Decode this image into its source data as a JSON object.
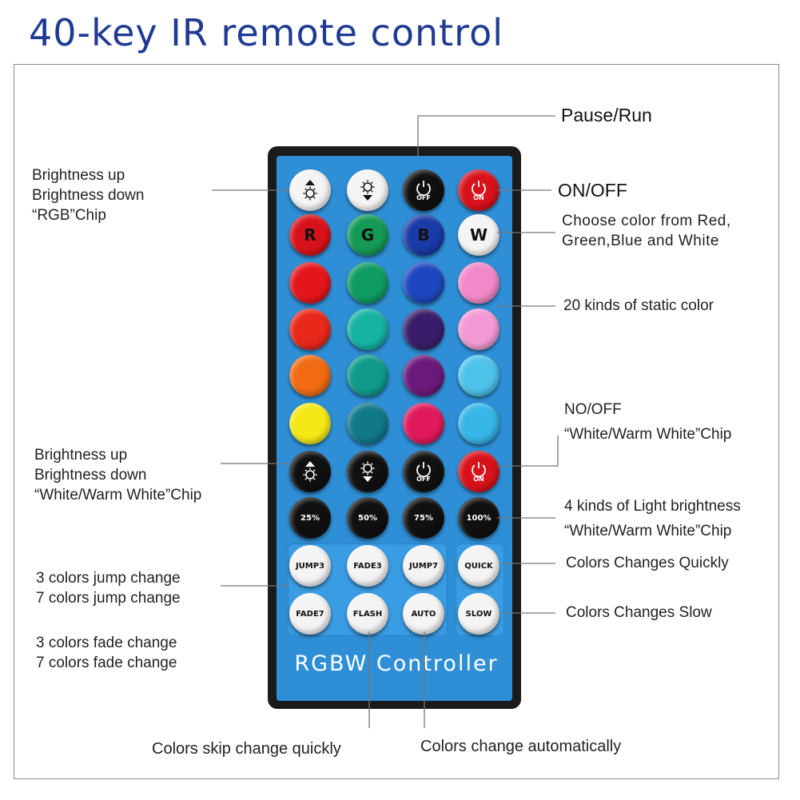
{
  "title": "40-key IR remote control",
  "remote": {
    "brand_label": "RGBW  Controller",
    "rows": [
      [
        {
          "kind": "white",
          "icon": "brightness-up-icon"
        },
        {
          "kind": "white",
          "icon": "brightness-down-icon"
        },
        {
          "kind": "dark",
          "icon": "power-icon",
          "text": "OFF"
        },
        {
          "kind": "red",
          "icon": "power-icon",
          "text": "ON"
        }
      ],
      [
        {
          "kind": "color",
          "color": "#d8121a",
          "text": "R",
          "textColor": "#111"
        },
        {
          "kind": "color",
          "color": "#149a55",
          "text": "G",
          "textColor": "#111"
        },
        {
          "kind": "color",
          "color": "#1a3aa8",
          "text": "B",
          "textColor": "#111"
        },
        {
          "kind": "white",
          "text": "W",
          "textColor": "#111"
        }
      ],
      [
        {
          "kind": "color",
          "color": "#e3161b"
        },
        {
          "kind": "color",
          "color": "#0e9c63"
        },
        {
          "kind": "color",
          "color": "#1d47bf"
        },
        {
          "kind": "color",
          "color": "#f189c8"
        }
      ],
      [
        {
          "kind": "color",
          "color": "#e8281a"
        },
        {
          "kind": "color",
          "color": "#16b3a3"
        },
        {
          "kind": "color",
          "color": "#3a1d6a"
        },
        {
          "kind": "color",
          "color": "#f39ad4"
        }
      ],
      [
        {
          "kind": "color",
          "color": "#f06b12"
        },
        {
          "kind": "color",
          "color": "#0f9b88"
        },
        {
          "kind": "color",
          "color": "#6a1a7a"
        },
        {
          "kind": "color",
          "color": "#4ec3ea"
        }
      ],
      [
        {
          "kind": "color",
          "color": "#f5e817"
        },
        {
          "kind": "color",
          "color": "#11788a"
        },
        {
          "kind": "color",
          "color": "#e0195d"
        },
        {
          "kind": "color",
          "color": "#37b6e8"
        }
      ],
      [
        {
          "kind": "dark",
          "icon": "brightness-up-icon"
        },
        {
          "kind": "dark",
          "icon": "brightness-down-icon"
        },
        {
          "kind": "dark",
          "icon": "power-icon",
          "text": "OFF"
        },
        {
          "kind": "red",
          "icon": "power-icon",
          "text": "ON"
        }
      ],
      [
        {
          "kind": "dark",
          "text": "25%"
        },
        {
          "kind": "dark",
          "text": "50%"
        },
        {
          "kind": "dark",
          "text": "75%"
        },
        {
          "kind": "dark",
          "text": "100%"
        }
      ],
      [
        {
          "kind": "white",
          "text": "JUMP3"
        },
        {
          "kind": "white",
          "text": "FADE3"
        },
        {
          "kind": "white",
          "text": "JUMP7"
        },
        {
          "kind": "white",
          "text": "QUICK"
        }
      ],
      [
        {
          "kind": "white",
          "text": "FADE7"
        },
        {
          "kind": "white",
          "text": "FLASH"
        },
        {
          "kind": "white",
          "text": "AUTO"
        },
        {
          "kind": "white",
          "text": "SLOW"
        }
      ]
    ]
  },
  "labels": {
    "pause_run": "Pause/Run",
    "on_off": "ON/OFF",
    "rgb_brightness": [
      "Brightness up",
      "Brightness down",
      "“RGB”Chip"
    ],
    "choose_color": [
      "Choose color from Red,",
      "Green,Blue and White"
    ],
    "static_color": "20 kinds of static color",
    "ww_brightness": [
      "Brightness up",
      "Brightness down",
      "“White/Warm White”Chip"
    ],
    "ww_onoff": [
      "NO/OFF",
      "“White/Warm White”Chip"
    ],
    "light_brightness": [
      "4 kinds of Light brightness",
      "“White/Warm White”Chip"
    ],
    "jump_change": [
      "3 colors jump change",
      "7 colors jump change"
    ],
    "fade_change": [
      "3 colors fade change",
      "7 colors fade change"
    ],
    "quickly": "Colors Changes Quickly",
    "slow": "Colors Changes Slow",
    "skip_quickly": "Colors skip change quickly",
    "automatically": "Colors change automatically"
  }
}
